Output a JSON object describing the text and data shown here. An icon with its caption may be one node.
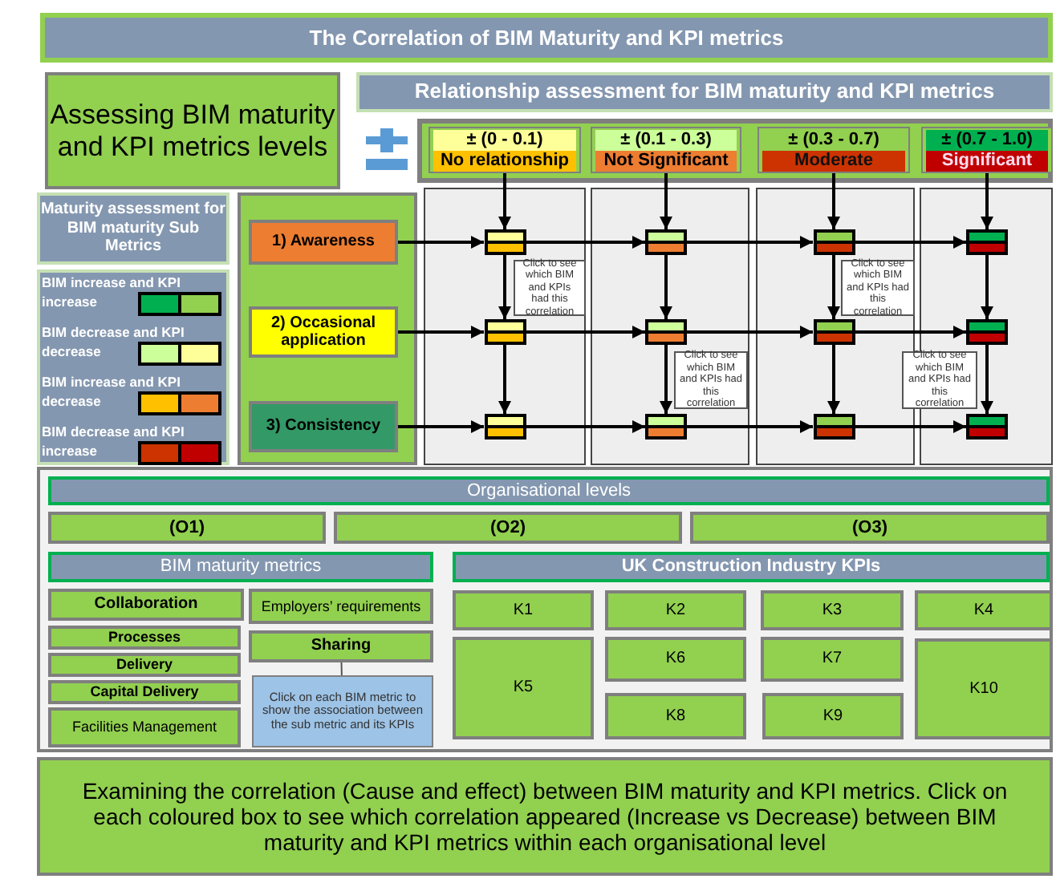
{
  "diagram": {
    "title": "The Correlation of BIM Maturity and KPI metrics",
    "nodes": [
      {
        "text": [
          "Assessing BIM maturity and KPI metrics levels"
        ]
      },
      {
        "text": [
          "Relationship assessment for BIM maturity and KPI metrics"
        ]
      },
      {
        "text": [
          "± (0 - 0.1)",
          "No relationship"
        ]
      },
      {
        "text": [
          "± (0.1 - 0.3)",
          "Not Significant"
        ]
      },
      {
        "text": [
          "± (0.3 - 0.7)",
          "Moderate"
        ]
      },
      {
        "text": [
          "± (0.7 - 1.0)",
          "Significant"
        ]
      },
      {
        "text": [
          "Maturity assessment for BIM maturity Sub Metrics"
        ]
      },
      {
        "text": [],
        "shape": "box"
      },
      {
        "text": [
          "1) Awareness"
        ],
        "in": 7
      },
      {
        "text": [
          "2) Occasional application"
        ],
        "in": 7
      },
      {
        "text": [
          "3) Consistency"
        ],
        "in": 7
      },
      {
        "text": [],
        "shape": "box"
      },
      {
        "text": [],
        "shape": "box"
      },
      {
        "text": [],
        "shape": "box"
      },
      {
        "text": [],
        "shape": "box"
      },
      {
        "text": [],
        "shape": "box"
      },
      {
        "text": [],
        "shape": "box"
      },
      {
        "text": [],
        "shape": "box"
      },
      {
        "text": [],
        "shape": "box"
      },
      {
        "text": [],
        "shape": "box"
      },
      {
        "text": [],
        "shape": "box"
      },
      {
        "text": [],
        "shape": "box"
      },
      {
        "text": [],
        "shape": "box"
      },
      {
        "text": [
          "Click to see which BIM and KPIs had this correlation"
        ]
      },
      {
        "text": [
          "Click to see which BIM and KPIs had this correlation"
        ]
      },
      {
        "text": [
          "Click to see which BIM and KPIs had this correlation"
        ]
      },
      {
        "text": [
          "Click to see which BIM and KPIs had this correlation"
        ]
      },
      {
        "text": [],
        "shape": "box"
      },
      {
        "text": [
          "Organisational levels"
        ],
        "in": 27
      },
      {
        "text": [
          "(O1)"
        ],
        "in": 27
      },
      {
        "text": [
          "(O2)"
        ],
        "in": 27
      },
      {
        "text": [
          "(O3)"
        ],
        "in": 27
      },
      {
        "text": [
          "BIM maturity metrics"
        ],
        "in": 27
      },
      {
        "text": [
          "UK Construction Industry KPIs"
        ],
        "in": 27
      },
      {
        "text": [
          "Collaboration"
        ],
        "in": 27
      },
      {
        "text": [
          "Employers’ requirements"
        ],
        "in": 27
      },
      {
        "text": [
          "Processes"
        ],
        "in": 27
      },
      {
        "text": [
          "Sharing"
        ],
        "in": 27
      },
      {
        "text": [
          "Delivery"
        ],
        "in": 27
      },
      {
        "text": [
          "Capital Delivery"
        ],
        "in": 27
      },
      {
        "text": [
          "Facilities Management"
        ],
        "in": 27
      },
      {
        "text": [
          "Click on each BIM metric to show the association between the sub metric and its KPIs"
        ],
        "in": 27
      },
      {
        "text": [
          "K1"
        ],
        "in": 27
      },
      {
        "text": [
          "K2"
        ],
        "in": 27
      },
      {
        "text": [
          "K3"
        ],
        "in": 27
      },
      {
        "text": [
          "K4"
        ],
        "in": 27
      },
      {
        "text": [
          "K5"
        ],
        "in": 27
      },
      {
        "text": [
          "K6"
        ],
        "in": 27
      },
      {
        "text": [
          "K7"
        ],
        "in": 27
      },
      {
        "text": [
          "K8"
        ],
        "in": 27
      },
      {
        "text": [
          "K9"
        ],
        "in": 27
      },
      {
        "text": [
          "K10"
        ],
        "in": 27
      },
      {
        "text": [
          "Examining the correlation (Cause and effect) between BIM maturity and KPI metrics. Click on each coloured box to see which correlation appeared (Increase vs Decrease) between BIM maturity and KPI metrics within each organisational level"
        ]
      }
    ],
    "edges": [
      {
        "from": 2,
        "to": 11,
        "arrow": "to"
      },
      {
        "from": 3,
        "to": 12,
        "arrow": "to"
      },
      {
        "from": 4,
        "to": 13,
        "arrow": "to"
      },
      {
        "from": 5,
        "to": 14,
        "arrow": "to"
      },
      {
        "from": 11,
        "to": 15,
        "arrow": "to"
      },
      {
        "from": 12,
        "to": 16,
        "arrow": "to"
      },
      {
        "from": 13,
        "to": 17,
        "arrow": "to"
      },
      {
        "from": 14,
        "to": 18,
        "arrow": "to"
      },
      {
        "from": 15,
        "to": 19,
        "arrow": "to"
      },
      {
        "from": 16,
        "to": 20,
        "arrow": "to"
      },
      {
        "from": 17,
        "to": 21,
        "arrow": "to"
      },
      {
        "from": 18,
        "to": 22,
        "arrow": "to"
      },
      {
        "from": 8,
        "to": 11,
        "arrow": "to"
      },
      {
        "from": 11,
        "to": 12,
        "arrow": "to"
      },
      {
        "from": 12,
        "to": 13,
        "arrow": "to"
      },
      {
        "from": 13,
        "to": 14,
        "arrow": "to"
      },
      {
        "from": 9,
        "to": 15,
        "arrow": "to"
      },
      {
        "from": 15,
        "to": 16,
        "arrow": "to"
      },
      {
        "from": 16,
        "to": 17,
        "arrow": "to"
      },
      {
        "from": 17,
        "to": 18,
        "arrow": "to"
      },
      {
        "from": 10,
        "to": 19,
        "arrow": "to"
      },
      {
        "from": 19,
        "to": 20,
        "arrow": "to"
      },
      {
        "from": 20,
        "to": 21,
        "arrow": "to"
      },
      {
        "from": 21,
        "to": 22,
        "arrow": "to"
      },
      {
        "from": 41,
        "to": 37,
        "arrow": "none"
      }
    ],
    "legend": [
      {
        "text": "BIM increase and KPI increase"
      },
      {
        "text": "BIM decrease and KPI decrease"
      },
      {
        "text": "BIM increase and KPI decrease"
      },
      {
        "text": "BIM decrease and KPI increase"
      }
    ]
  }
}
